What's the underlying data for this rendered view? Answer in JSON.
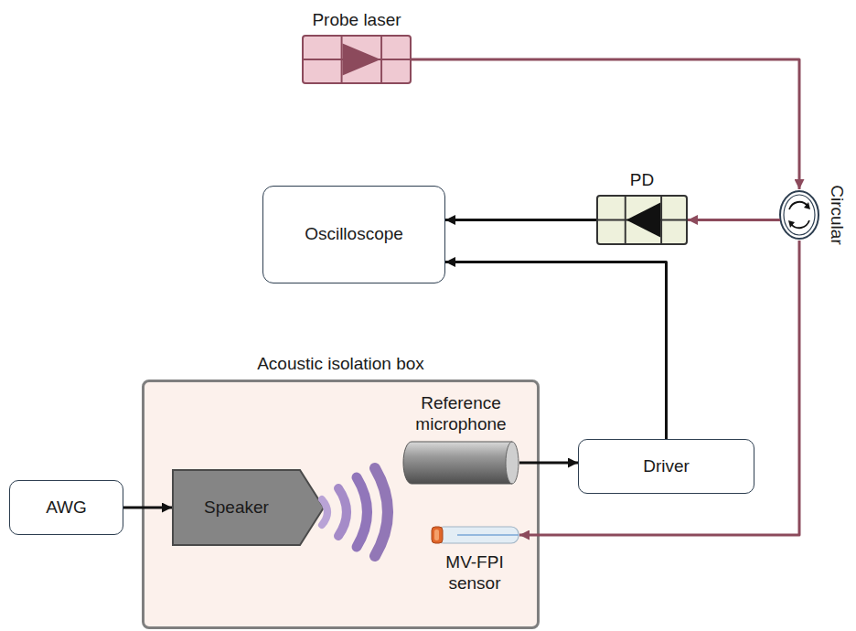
{
  "diagram": {
    "nodes": [
      {
        "text": [
          "Probe laser"
        ]
      },
      {
        "text": [
          "PD"
        ]
      },
      {
        "text": [
          "Circular"
        ]
      },
      {
        "text": [
          "Oscilloscope"
        ]
      },
      {
        "text": [
          "Acoustic isolation box"
        ]
      },
      {
        "text": [
          "AWG"
        ]
      },
      {
        "text": [
          "Speaker"
        ],
        "in": 4
      },
      {
        "text": [
          "Reference microphone"
        ],
        "in": 4
      },
      {
        "text": [
          "Driver"
        ]
      },
      {
        "text": [
          "MV-FPI sensor"
        ],
        "in": 4
      }
    ],
    "edges": [
      {
        "from": 0,
        "to": 2,
        "arrow": "to"
      },
      {
        "from": 2,
        "to": 1,
        "arrow": "to"
      },
      {
        "from": 1,
        "to": 3,
        "arrow": "to"
      },
      {
        "from": 8,
        "to": 3,
        "arrow": "to"
      },
      {
        "from": 7,
        "to": 8,
        "arrow": "to"
      },
      {
        "from": 5,
        "to": 6,
        "arrow": "to"
      },
      {
        "from": 2,
        "to": 9,
        "arrow": "to"
      }
    ]
  }
}
